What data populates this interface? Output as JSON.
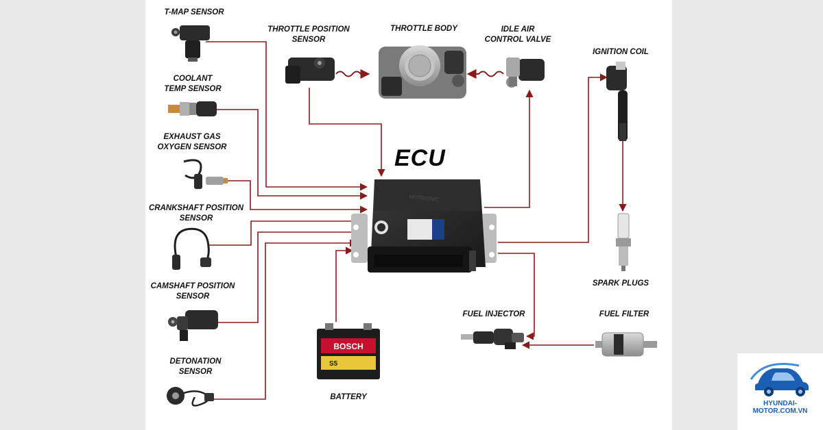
{
  "diagram": {
    "title": "ECU",
    "colors": {
      "arrow": "#8b1a1a",
      "component": "#2b2b2b",
      "panel": "#ffffff",
      "side": "#e9e9e9",
      "watermark": "#1a5fb4"
    },
    "sensors": {
      "tmap": [
        "T-MAP SENSOR"
      ],
      "coolant": [
        "COOLANT",
        "TEMP SENSOR"
      ],
      "oxygen": [
        "EXHAUST GAS",
        "OXYGEN SENSOR"
      ],
      "crankshaft": [
        "CRANKSHAFT POSITION",
        "SENSOR"
      ],
      "camshaft": [
        "CAMSHAFT POSITION",
        "SENSOR"
      ],
      "detonation": [
        "DETONATION",
        "SENSOR"
      ]
    },
    "top": {
      "throttle_position": [
        "THROTTLE POSITION",
        "SENSOR"
      ],
      "throttle_body": [
        "THROTTLE BODY"
      ],
      "idle_air": [
        "IDLE AIR",
        "CONTROL VALVE"
      ]
    },
    "right": {
      "ignition_coil": [
        "IGNITION COIL"
      ],
      "spark_plugs": [
        "SPARK PLUGS"
      ],
      "fuel_filter": [
        "FUEL FILTER"
      ]
    },
    "bottom": {
      "fuel_injector": [
        "FUEL INJECTOR"
      ],
      "battery": [
        "BATTERY"
      ]
    },
    "product_text": {
      "battery_brand": "BOSCH",
      "battery_model": "S5",
      "ecu_brand": "MOTRONIC"
    }
  },
  "watermark": {
    "text": "HYUNDAI-MOTOR.COM.VN"
  }
}
